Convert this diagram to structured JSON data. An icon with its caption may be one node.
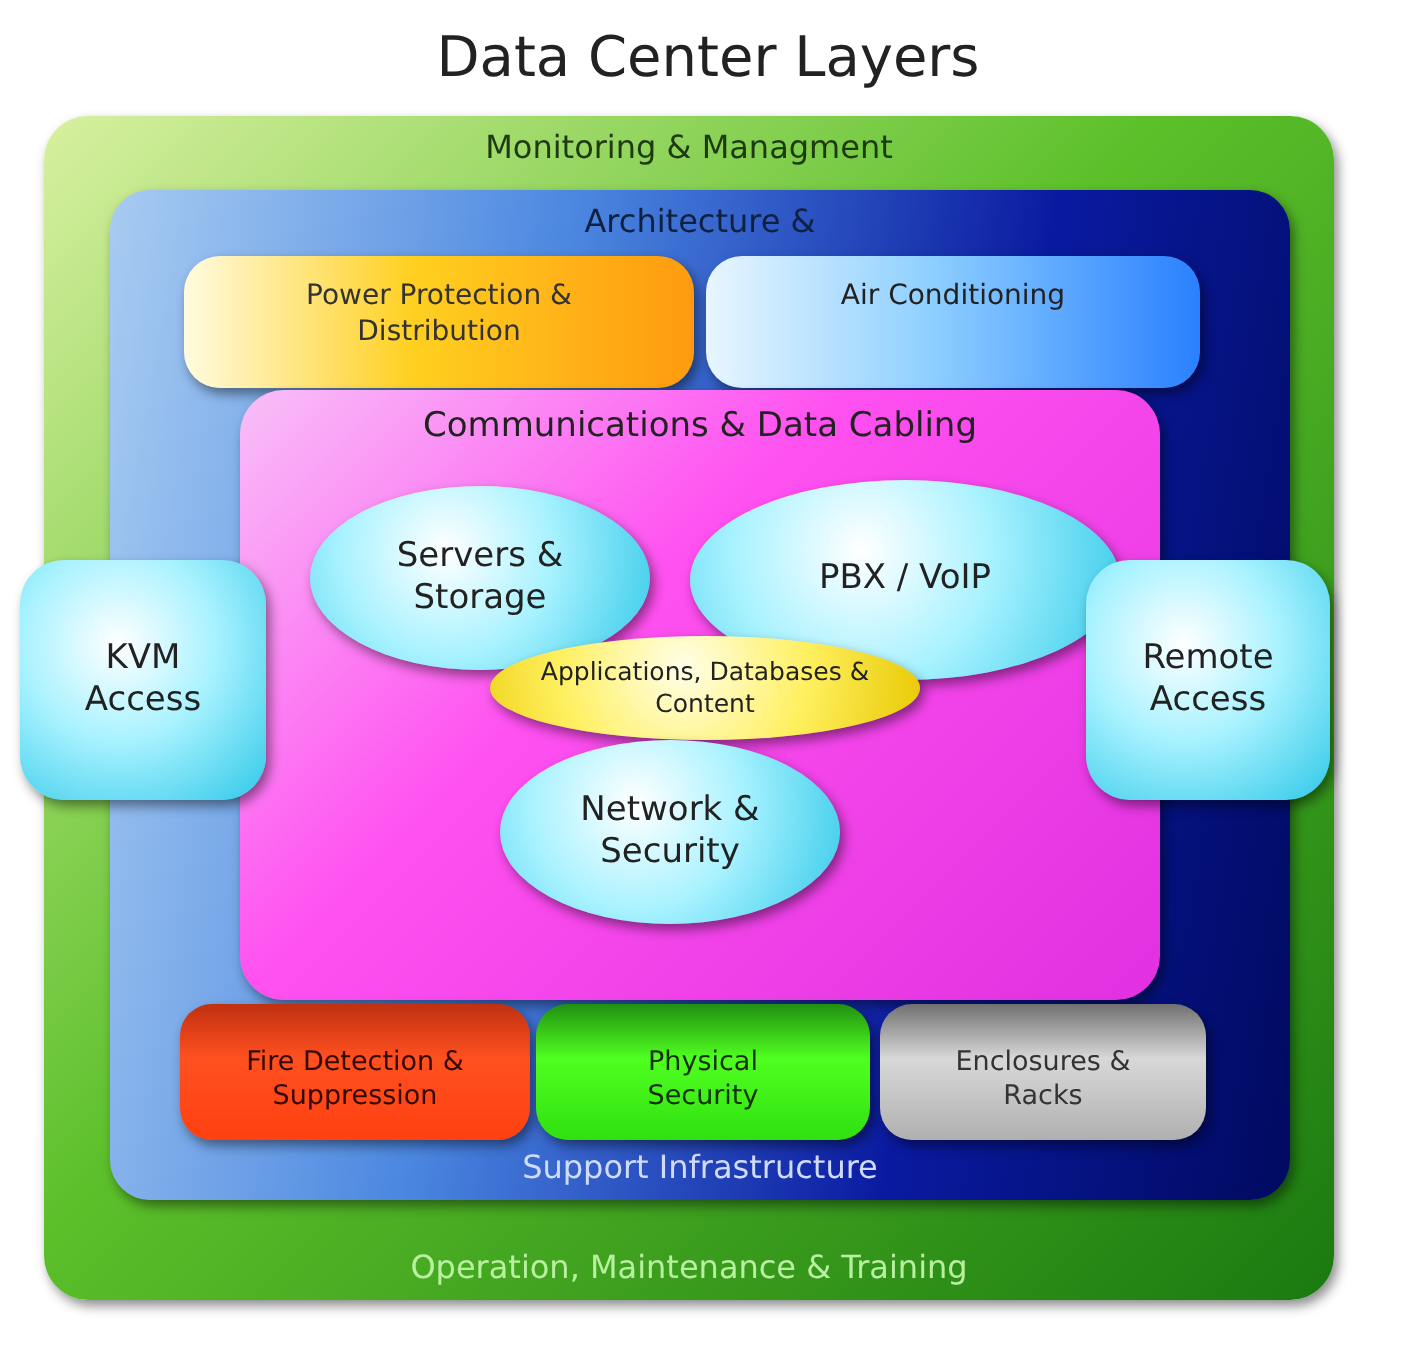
{
  "diagram": {
    "title": "Data Center Layers",
    "nodes": [
      {
        "text": [
          "Monitoring & Managment",
          "Operation, Maintenance & Training"
        ]
      },
      {
        "text": [
          "Architecture &",
          "Support Infrastructure"
        ],
        "in": 0
      },
      {
        "text": [
          "Power Protection & Distribution"
        ],
        "in": 1
      },
      {
        "text": [
          "Air Conditioning"
        ],
        "in": 1
      },
      {
        "text": [
          "Communications & Data Cabling"
        ],
        "in": 1
      },
      {
        "text": [
          "Servers & Storage"
        ],
        "in": 4
      },
      {
        "text": [
          "PBX / VoIP"
        ],
        "in": 4
      },
      {
        "text": [
          "Applications, Databases & Content"
        ],
        "in": 4
      },
      {
        "text": [
          "Network & Security"
        ],
        "in": 4
      },
      {
        "text": [
          "KVM Access"
        ]
      },
      {
        "text": [
          "Remote Access"
        ],
        "in": 0
      },
      {
        "text": [
          "Fire Detection & Suppression"
        ],
        "in": 1
      },
      {
        "text": [
          "Physical Security"
        ],
        "in": 1
      },
      {
        "text": [
          "Enclosures & Racks"
        ],
        "in": 1
      }
    ]
  }
}
